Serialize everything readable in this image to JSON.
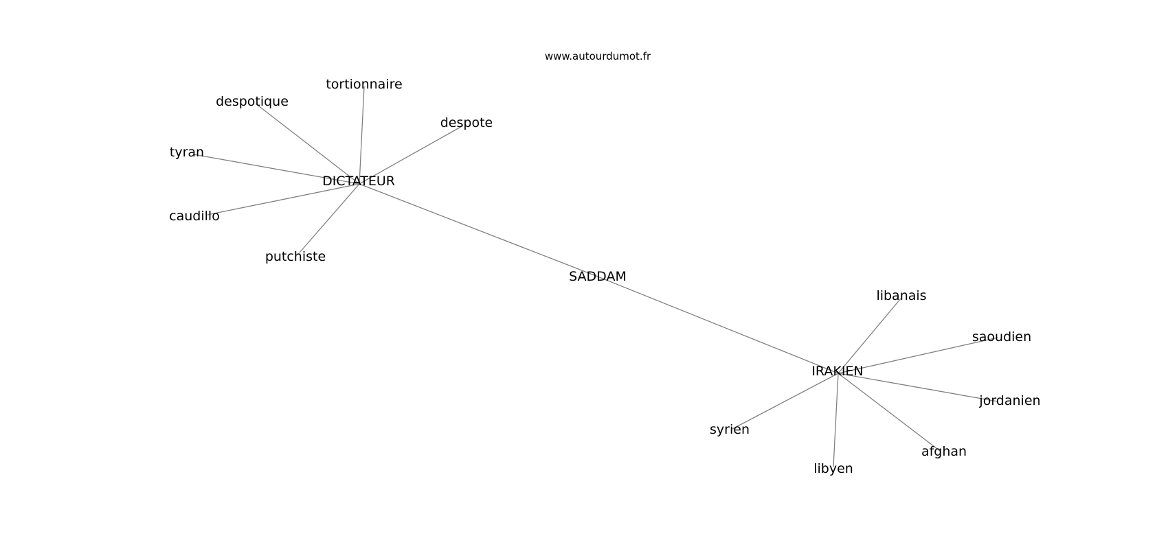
{
  "credit": "www.autourdumot.fr",
  "nodes": [
    {
      "id": "saddam",
      "label": "SADDAM"
    },
    {
      "id": "dictateur",
      "label": "DICTATEUR"
    },
    {
      "id": "irakien",
      "label": "IRAKIEN"
    },
    {
      "id": "tortionnaire",
      "label": "tortionnaire"
    },
    {
      "id": "despotique",
      "label": "despotique"
    },
    {
      "id": "despote",
      "label": "despote"
    },
    {
      "id": "tyran",
      "label": "tyran"
    },
    {
      "id": "caudillo",
      "label": "caudillo"
    },
    {
      "id": "putchiste",
      "label": "putchiste"
    },
    {
      "id": "libanais",
      "label": "libanais"
    },
    {
      "id": "saoudien",
      "label": "saoudien"
    },
    {
      "id": "jordanien",
      "label": "jordanien"
    },
    {
      "id": "afghan",
      "label": "afghan"
    },
    {
      "id": "libyen",
      "label": "libyen"
    },
    {
      "id": "syrien",
      "label": "syrien"
    }
  ],
  "edges": [
    [
      "dictateur",
      "saddam"
    ],
    [
      "saddam",
      "irakien"
    ],
    [
      "dictateur",
      "tortionnaire"
    ],
    [
      "dictateur",
      "despotique"
    ],
    [
      "dictateur",
      "despote"
    ],
    [
      "dictateur",
      "tyran"
    ],
    [
      "dictateur",
      "caudillo"
    ],
    [
      "dictateur",
      "putchiste"
    ],
    [
      "irakien",
      "libanais"
    ],
    [
      "irakien",
      "saoudien"
    ],
    [
      "irakien",
      "jordanien"
    ],
    [
      "irakien",
      "afghan"
    ],
    [
      "irakien",
      "libyen"
    ],
    [
      "irakien",
      "syrien"
    ]
  ]
}
